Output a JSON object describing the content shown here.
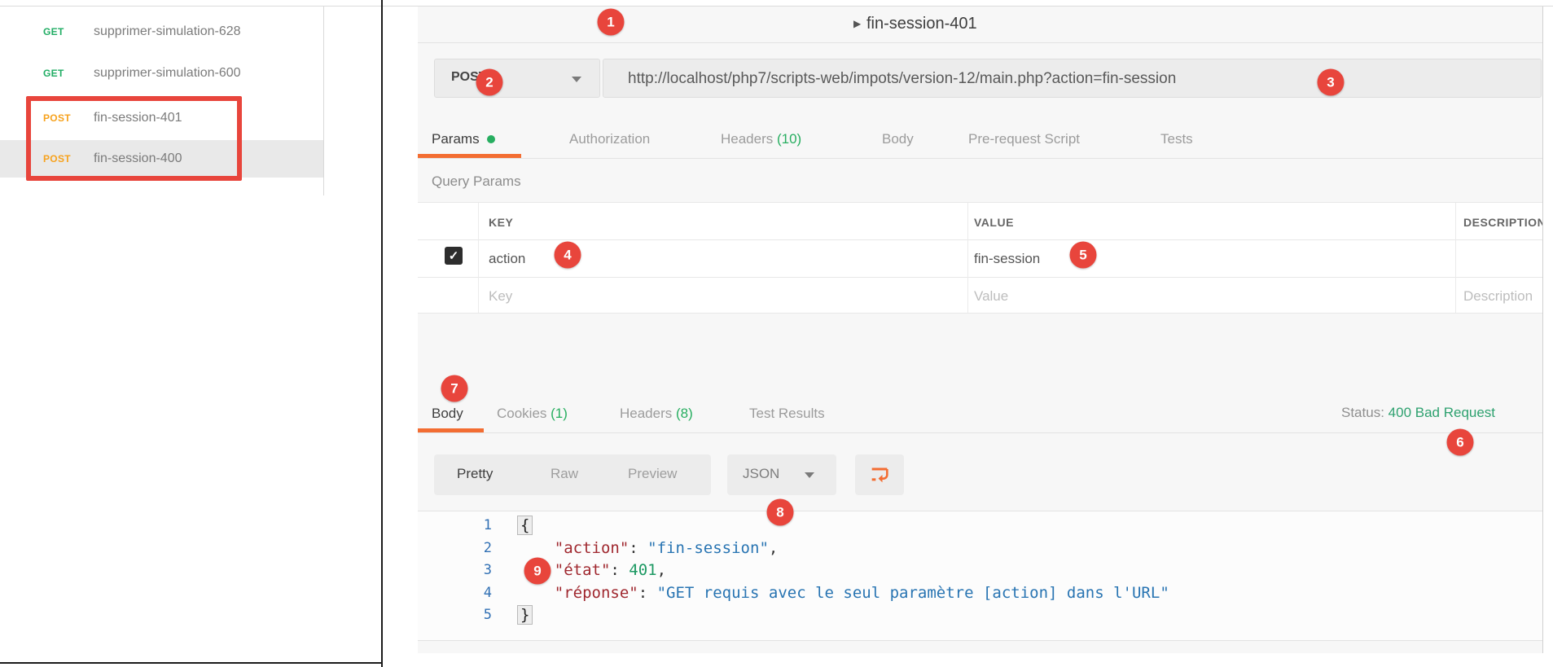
{
  "sidebar": {
    "items": [
      {
        "method": "GET",
        "name": "supprimer-simulation-628",
        "selected": false,
        "boxed": false
      },
      {
        "method": "GET",
        "name": "supprimer-simulation-600",
        "selected": false,
        "boxed": false
      },
      {
        "method": "POST",
        "name": "fin-session-401",
        "selected": false,
        "boxed": true
      },
      {
        "method": "POST",
        "name": "fin-session-400",
        "selected": true,
        "boxed": true
      }
    ]
  },
  "request": {
    "title": "fin-session-401",
    "method": "POST",
    "url": "http://localhost/php7/scripts-web/impots/version-12/main.php?action=fin-session",
    "tabs": [
      {
        "label": "Params",
        "active": true,
        "dot": true
      },
      {
        "label": "Authorization"
      },
      {
        "label": "Headers",
        "count": "(10)"
      },
      {
        "label": "Body"
      },
      {
        "label": "Pre-request Script"
      },
      {
        "label": "Tests"
      }
    ],
    "query_params": {
      "section_title": "Query Params",
      "columns": {
        "key": "KEY",
        "value": "VALUE",
        "description": "DESCRIPTION"
      },
      "rows": [
        {
          "checked": true,
          "key": "action",
          "value": "fin-session",
          "description": ""
        }
      ],
      "placeholder_row": {
        "key": "Key",
        "value": "Value",
        "description": "Description"
      }
    }
  },
  "response": {
    "tabs": [
      {
        "label": "Body",
        "active": true
      },
      {
        "label": "Cookies",
        "count": "(1)"
      },
      {
        "label": "Headers",
        "count": "(8)"
      },
      {
        "label": "Test Results"
      }
    ],
    "status_label": "Status:",
    "status_value": "400 Bad Request",
    "view_tabs": [
      {
        "label": "Pretty",
        "active": true
      },
      {
        "label": "Raw",
        "active": false
      },
      {
        "label": "Preview",
        "active": false
      }
    ],
    "format": "JSON",
    "code": {
      "lines": [
        {
          "num": "1",
          "tokens": [
            [
              "brace",
              "{"
            ]
          ]
        },
        {
          "num": "2",
          "tokens": [
            [
              "plain",
              "    "
            ],
            [
              "key",
              "\"action\""
            ],
            [
              "punct",
              ": "
            ],
            [
              "string",
              "\"fin-session\""
            ],
            [
              "punct",
              ","
            ]
          ]
        },
        {
          "num": "3",
          "tokens": [
            [
              "plain",
              "    "
            ],
            [
              "key",
              "\"état\""
            ],
            [
              "punct",
              ": "
            ],
            [
              "number",
              "401"
            ],
            [
              "punct",
              ","
            ]
          ]
        },
        {
          "num": "4",
          "tokens": [
            [
              "plain",
              "    "
            ],
            [
              "key",
              "\"réponse\""
            ],
            [
              "punct",
              ": "
            ],
            [
              "string",
              "\"GET requis avec le seul paramètre [action] dans l'URL\""
            ]
          ]
        },
        {
          "num": "5",
          "tokens": [
            [
              "brace",
              "}"
            ]
          ]
        }
      ]
    }
  },
  "annotations": [
    "1",
    "2",
    "3",
    "4",
    "5",
    "6",
    "7",
    "8",
    "9"
  ],
  "colors": {
    "accent_orange": "#f36d32",
    "get_green": "#21ad64",
    "post_amber": "#f7a21d",
    "count_green": "#27ae60",
    "status_green": "#2ea16f",
    "annotation_red": "#e8453c",
    "json_key": "#a0282f",
    "json_string": "#2874b2",
    "json_number": "#1d9963",
    "line_number_blue": "#3170b4"
  }
}
